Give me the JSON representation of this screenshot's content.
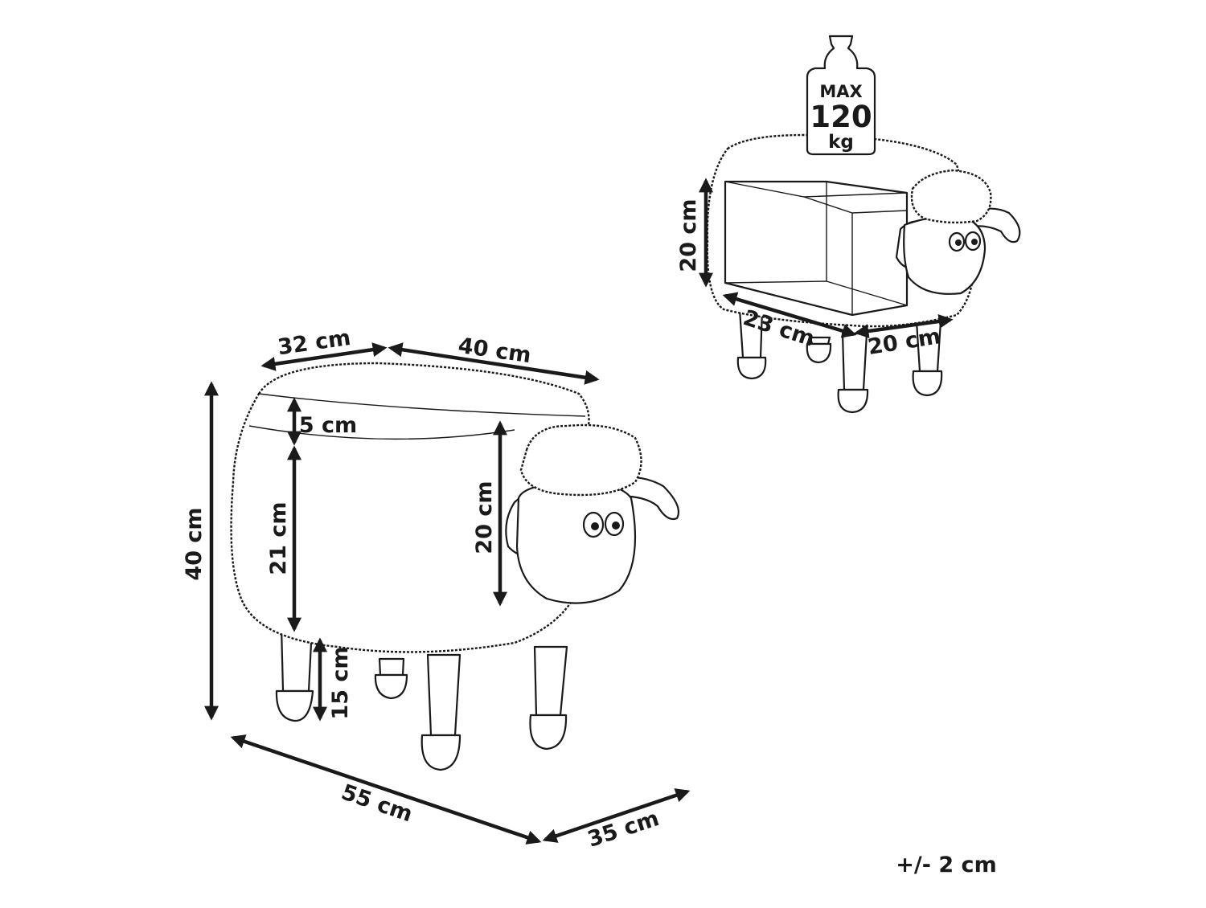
{
  "weight_badge": {
    "line1": "MAX",
    "line2": "120",
    "line3": "kg"
  },
  "main_view": {
    "seat_depth": "32 cm",
    "seat_length": "40 cm",
    "total_height": "40 cm",
    "cushion_height": "5 cm",
    "body_height": "21 cm",
    "head_height": "20 cm",
    "leg_height": "15 cm",
    "total_length": "55 cm",
    "total_width": "35 cm"
  },
  "storage_view": {
    "inner_height": "20 cm",
    "inner_depth": "23 cm",
    "inner_width": "20 cm"
  },
  "tolerance": "+/- 2 cm"
}
